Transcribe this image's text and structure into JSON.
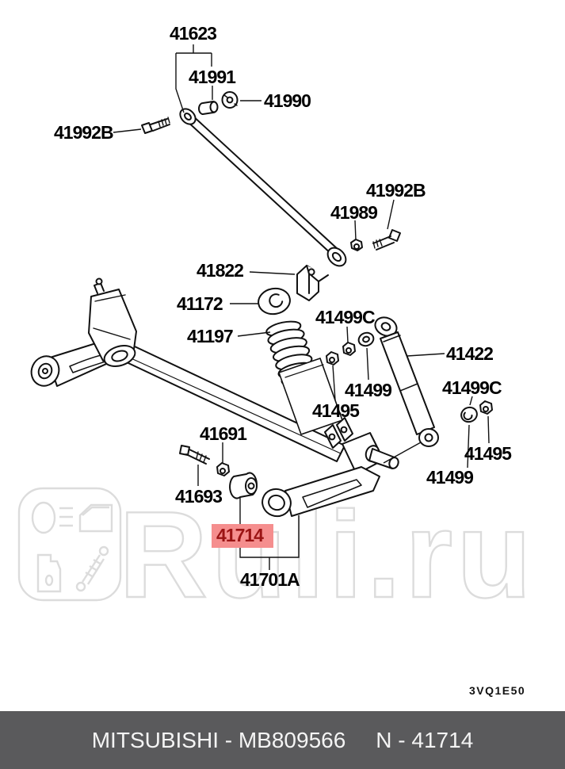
{
  "diagram": {
    "code": "3VQ1E50",
    "labels": [
      {
        "id": "41623",
        "text": "41623"
      },
      {
        "id": "41991",
        "text": "41991"
      },
      {
        "id": "41990",
        "text": "41990"
      },
      {
        "id": "41992B-left",
        "text": "41992B"
      },
      {
        "id": "41992B-right",
        "text": "41992B"
      },
      {
        "id": "41989",
        "text": "41989"
      },
      {
        "id": "41822",
        "text": "41822"
      },
      {
        "id": "41172",
        "text": "41172"
      },
      {
        "id": "41197",
        "text": "41197"
      },
      {
        "id": "41499C-upper",
        "text": "41499C"
      },
      {
        "id": "41499-upper",
        "text": "41499"
      },
      {
        "id": "41495-upper",
        "text": "41495"
      },
      {
        "id": "41422",
        "text": "41422"
      },
      {
        "id": "41499C-lower",
        "text": "41499C"
      },
      {
        "id": "41495-lower",
        "text": "41495"
      },
      {
        "id": "41499-lower",
        "text": "41499"
      },
      {
        "id": "41691",
        "text": "41691"
      },
      {
        "id": "41693",
        "text": "41693"
      },
      {
        "id": "41714",
        "text": "41714",
        "highlighted": true
      },
      {
        "id": "41701A",
        "text": "41701A"
      }
    ],
    "highlight": {
      "part": "41714",
      "background": "#f58e8e",
      "text_color": "#9b1414"
    }
  },
  "watermark": {
    "text": "Ruli.ru",
    "color": "#dcdcdc",
    "logo_icons": [
      "headlight-icon",
      "car-door-icon",
      "oil-canister-icon",
      "shock-absorber-icon"
    ]
  },
  "footer": {
    "left_text": "MITSUBISHI - MB809566",
    "right_text": "N - 41714",
    "background": "#5a5a5c",
    "text_color": "#f4f4f4"
  }
}
